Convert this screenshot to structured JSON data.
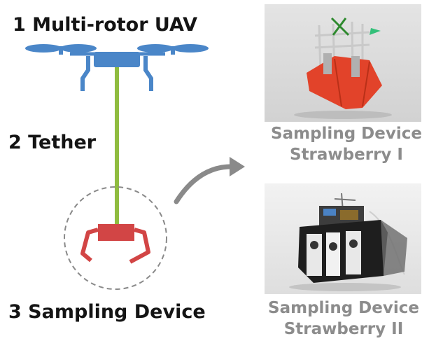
{
  "diagram": {
    "label_uav": "1 Multi-rotor UAV",
    "label_tether": "2 Tether",
    "label_device": "3 Sampling Device",
    "caption_1_line1": "Sampling Device",
    "caption_1_line2": "Strawberry I",
    "caption_2_line1": "Sampling Device",
    "caption_2_line2": "Strawberry II"
  },
  "icons": {
    "drone": "drone-icon",
    "gripper": "gripper-icon",
    "arrow": "curved-arrow-icon"
  },
  "colors": {
    "drone_blue": "#4a86c8",
    "tether_green": "#8fbc3f",
    "gripper_red": "#d24545",
    "caption_gray": "#8c8c8c",
    "arrow_gray": "#8a8a8a"
  }
}
